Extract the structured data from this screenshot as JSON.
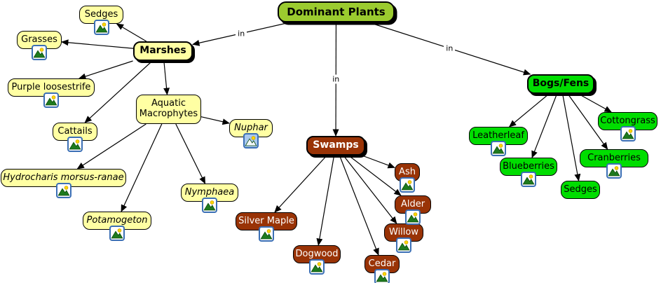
{
  "diagram": {
    "type": "concept-map",
    "root_label": "Dominant Plants",
    "linking_phrase": "in"
  },
  "colors": {
    "background": "#FFFFFF",
    "root_fill": "#9BCB2F",
    "marsh_fill": "#FFFFA3",
    "swamp_fill": "#993306",
    "bog_fill": "#00DD00",
    "edge": "#000000",
    "icon_border": "#3B6FB5",
    "icon_blue_fill": "#A9C9EE",
    "icon_mountain": "#1E7A1E",
    "icon_sun": "#FFD700"
  },
  "groups": {
    "root": {
      "fill": "#9BCB2F",
      "text": "#000000"
    },
    "marsh-hub": {
      "fill": "#FFFFA3",
      "text": "#000000"
    },
    "marsh": {
      "fill": "#FFFFA3",
      "text": "#000000"
    },
    "swamp-hub": {
      "fill": "#993306",
      "text": "#FFFFFF"
    },
    "swamp": {
      "fill": "#993306",
      "text": "#FFFFFF"
    },
    "bog-hub": {
      "fill": "#00DD00",
      "text": "#000000"
    },
    "bog": {
      "fill": "#00DD00",
      "text": "#000000"
    }
  },
  "nodes": [
    {
      "id": "dominant-plants",
      "label": "Dominant Plants",
      "group": "root",
      "italic": false,
      "icon": null
    },
    {
      "id": "marshes",
      "label": "Marshes",
      "group": "marsh-hub",
      "italic": false,
      "icon": null
    },
    {
      "id": "sedges-marsh",
      "label": "Sedges",
      "group": "marsh",
      "italic": false,
      "icon": "white"
    },
    {
      "id": "grasses",
      "label": "Grasses",
      "group": "marsh",
      "italic": false,
      "icon": "white"
    },
    {
      "id": "purple-loosestrife",
      "label": "Purple loosestrife",
      "group": "marsh",
      "italic": false,
      "icon": "white"
    },
    {
      "id": "cattails",
      "label": "Cattails",
      "group": "marsh",
      "italic": false,
      "icon": "white"
    },
    {
      "id": "aquatic-macrophytes",
      "label": "Aquatic Macrophytes",
      "group": "marsh",
      "italic": false,
      "icon": null
    },
    {
      "id": "nuphar",
      "label": "Nuphar",
      "group": "marsh",
      "italic": true,
      "icon": "blue"
    },
    {
      "id": "hydrocharis",
      "label": "Hydrocharis morsus-ranae",
      "group": "marsh",
      "italic": true,
      "icon": "white"
    },
    {
      "id": "potamogeton",
      "label": "Potamogeton",
      "group": "marsh",
      "italic": true,
      "icon": "white"
    },
    {
      "id": "nymphaea",
      "label": "Nymphaea",
      "group": "marsh",
      "italic": true,
      "icon": "white"
    },
    {
      "id": "swamps",
      "label": "Swamps",
      "group": "swamp-hub",
      "italic": false,
      "icon": null
    },
    {
      "id": "silver-maple",
      "label": "Silver Maple",
      "group": "swamp",
      "italic": false,
      "icon": "white"
    },
    {
      "id": "dogwood",
      "label": "Dogwood",
      "group": "swamp",
      "italic": false,
      "icon": "white"
    },
    {
      "id": "cedar",
      "label": "Cedar",
      "group": "swamp",
      "italic": false,
      "icon": "white"
    },
    {
      "id": "willow",
      "label": "Willow",
      "group": "swamp",
      "italic": false,
      "icon": "white"
    },
    {
      "id": "alder",
      "label": "Alder",
      "group": "swamp",
      "italic": false,
      "icon": "white"
    },
    {
      "id": "ash",
      "label": "Ash",
      "group": "swamp",
      "italic": false,
      "icon": "white"
    },
    {
      "id": "bogs-fens",
      "label": "Bogs/Fens",
      "group": "bog-hub",
      "italic": false,
      "icon": null
    },
    {
      "id": "leatherleaf",
      "label": "Leatherleaf",
      "group": "bog",
      "italic": false,
      "icon": "white"
    },
    {
      "id": "blueberries",
      "label": "Blueberries",
      "group": "bog",
      "italic": false,
      "icon": "white"
    },
    {
      "id": "sedges-bog",
      "label": "Sedges",
      "group": "bog",
      "italic": false,
      "icon": null
    },
    {
      "id": "cranberries",
      "label": "Cranberries",
      "group": "bog",
      "italic": false,
      "icon": "white"
    },
    {
      "id": "cottongrass",
      "label": "Cottongrass",
      "group": "bog",
      "italic": false,
      "icon": "white"
    }
  ],
  "edges": [
    {
      "from": "dominant-plants",
      "to": "marshes",
      "label": "in"
    },
    {
      "from": "dominant-plants",
      "to": "swamps",
      "label": "in"
    },
    {
      "from": "dominant-plants",
      "to": "bogs-fens",
      "label": "in"
    },
    {
      "from": "marshes",
      "to": "sedges-marsh",
      "label": ""
    },
    {
      "from": "marshes",
      "to": "grasses",
      "label": ""
    },
    {
      "from": "marshes",
      "to": "purple-loosestrife",
      "label": ""
    },
    {
      "from": "marshes",
      "to": "cattails",
      "label": ""
    },
    {
      "from": "marshes",
      "to": "aquatic-macrophytes",
      "label": ""
    },
    {
      "from": "aquatic-macrophytes",
      "to": "nuphar",
      "label": ""
    },
    {
      "from": "aquatic-macrophytes",
      "to": "hydrocharis",
      "label": ""
    },
    {
      "from": "aquatic-macrophytes",
      "to": "potamogeton",
      "label": ""
    },
    {
      "from": "aquatic-macrophytes",
      "to": "nymphaea",
      "label": ""
    },
    {
      "from": "swamps",
      "to": "silver-maple",
      "label": ""
    },
    {
      "from": "swamps",
      "to": "dogwood",
      "label": ""
    },
    {
      "from": "swamps",
      "to": "cedar",
      "label": ""
    },
    {
      "from": "swamps",
      "to": "willow",
      "label": ""
    },
    {
      "from": "swamps",
      "to": "alder",
      "label": ""
    },
    {
      "from": "swamps",
      "to": "ash",
      "label": ""
    },
    {
      "from": "bogs-fens",
      "to": "leatherleaf",
      "label": ""
    },
    {
      "from": "bogs-fens",
      "to": "blueberries",
      "label": ""
    },
    {
      "from": "bogs-fens",
      "to": "sedges-bog",
      "label": ""
    },
    {
      "from": "bogs-fens",
      "to": "cranberries",
      "label": ""
    },
    {
      "from": "bogs-fens",
      "to": "cottongrass",
      "label": ""
    }
  ]
}
